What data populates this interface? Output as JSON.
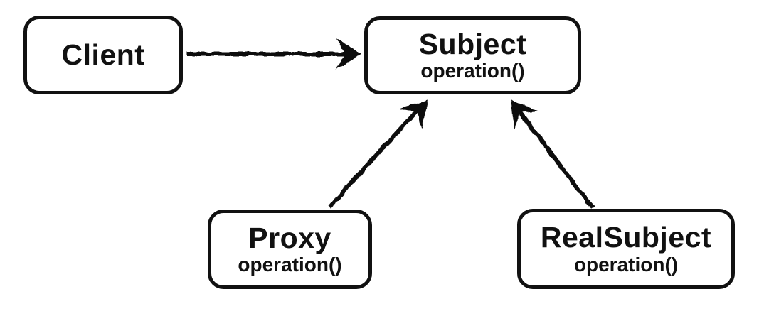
{
  "diagram": {
    "name": "proxy-pattern-class-diagram",
    "colors": {
      "stroke": "#111111",
      "background": "#ffffff"
    },
    "nodes": {
      "client": {
        "label": "Client"
      },
      "subject": {
        "label": "Subject",
        "method": "operation()"
      },
      "proxy": {
        "label": "Proxy",
        "method": "operation()"
      },
      "realsubject": {
        "label": "RealSubject",
        "method": "operation()"
      }
    },
    "edges": [
      {
        "from": "Client",
        "to": "Subject"
      },
      {
        "from": "Proxy",
        "to": "Subject"
      },
      {
        "from": "RealSubject",
        "to": "Subject"
      }
    ]
  }
}
